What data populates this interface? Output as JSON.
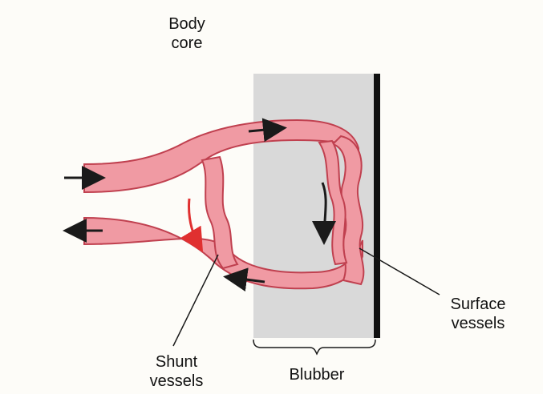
{
  "labels": {
    "body_core": [
      "Body",
      "core"
    ],
    "surface_vessels": [
      "Surface",
      "vessels"
    ],
    "shunt_vessels": [
      "Shunt",
      "vessels"
    ],
    "blubber": "Blubber"
  },
  "colors": {
    "background": "#fdfcf8",
    "vessel_fill": "#f09aa3",
    "vessel_outline": "#c0404f",
    "blubber_fill": "#d9d9d9",
    "skin_bar": "#111111",
    "shunt_flow_arrow": "#e03030",
    "flow_arrow": "#1a1a1a"
  }
}
